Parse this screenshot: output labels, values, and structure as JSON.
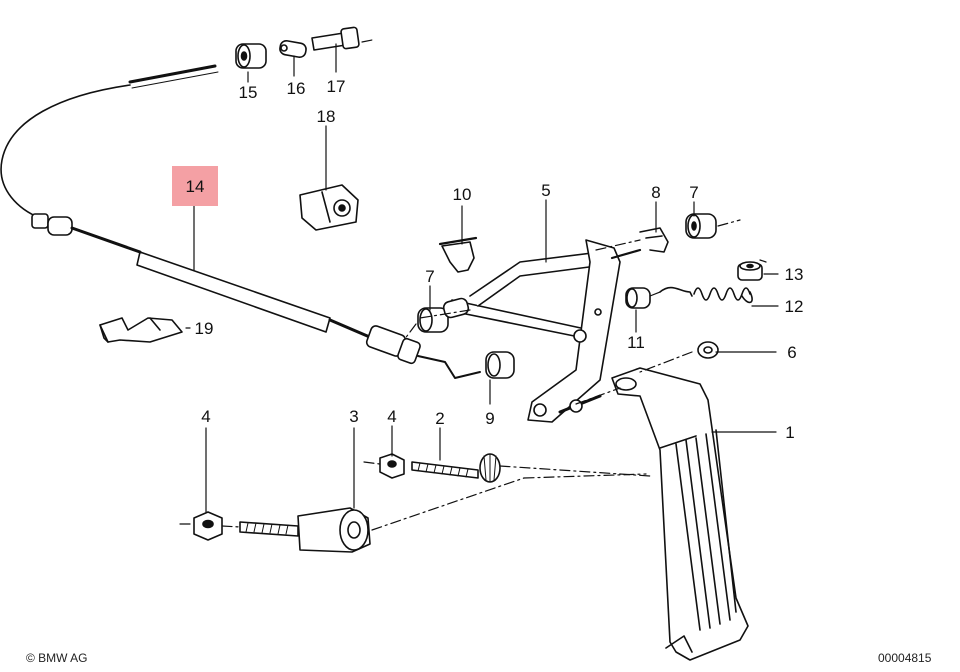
{
  "labels": {
    "p1": "1",
    "p2": "2",
    "p3": "3",
    "p4a": "4",
    "p4b": "4",
    "p5": "5",
    "p6": "6",
    "p7a": "7",
    "p7b": "7",
    "p8": "8",
    "p9": "9",
    "p10": "10",
    "p11": "11",
    "p12": "12",
    "p13": "13",
    "p14": "14",
    "p15": "15",
    "p16": "16",
    "p17": "17",
    "p18": "18",
    "p19": "19"
  },
  "highlight_color": "#f4a0a4",
  "footer": {
    "copyright": "© BMW AG",
    "diagram_number": "00004815"
  }
}
